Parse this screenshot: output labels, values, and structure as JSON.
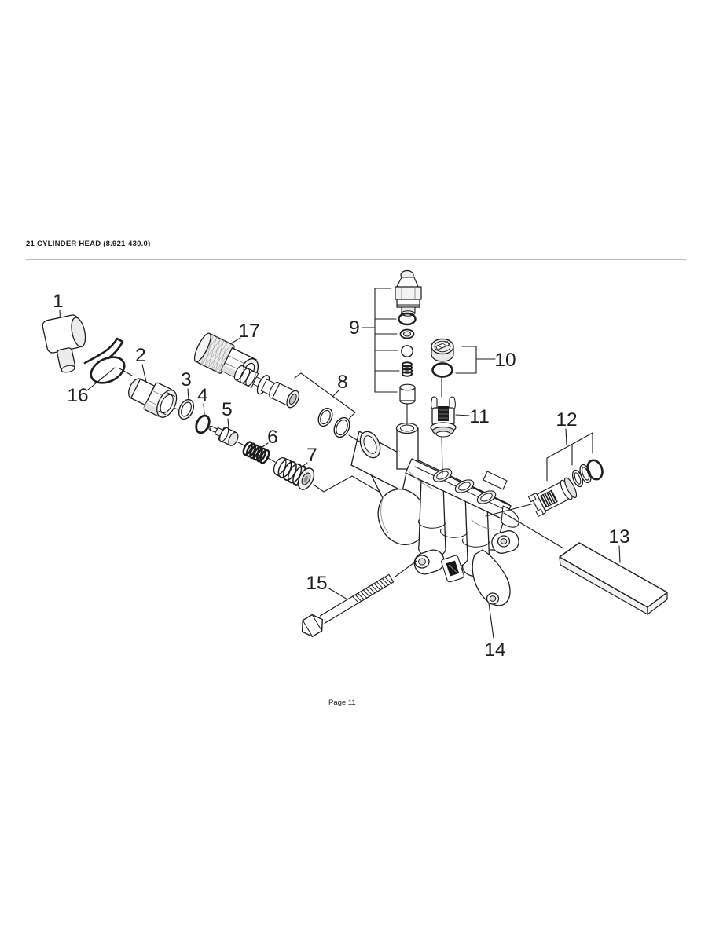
{
  "header": {
    "title": "21 CYLINDER HEAD (8.921-430.0)"
  },
  "footer": {
    "page_label": "Page 11"
  },
  "colors": {
    "ink": "#1d1d1b",
    "shade_light": "#ececec",
    "shade_mid": "#d9d9d9",
    "dark": "#161616",
    "rule": "#b9b9b9"
  },
  "diagram": {
    "type": "exploded-parts-diagram",
    "callouts": [
      {
        "label": "1"
      },
      {
        "label": "2"
      },
      {
        "label": "3"
      },
      {
        "label": "4"
      },
      {
        "label": "5"
      },
      {
        "label": "6"
      },
      {
        "label": "7"
      },
      {
        "label": "8"
      },
      {
        "label": "9"
      },
      {
        "label": "10"
      },
      {
        "label": "11"
      },
      {
        "label": "12"
      },
      {
        "label": "13"
      },
      {
        "label": "14"
      },
      {
        "label": "15"
      },
      {
        "label": "16"
      },
      {
        "label": "17"
      }
    ]
  }
}
